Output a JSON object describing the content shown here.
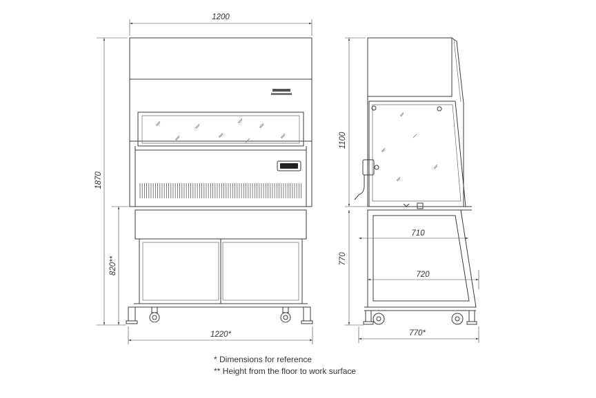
{
  "dimensions": {
    "front_width_top": "1200",
    "front_height_total": "1870",
    "front_height_work_surface": "820**",
    "front_width_base": "1220*",
    "side_height_cabinet": "1100",
    "side_height_stand": "770",
    "side_depth_upper": "710",
    "side_depth_lower": "720",
    "side_depth_base": "770*"
  },
  "notes": {
    "reference": "* Dimensions for reference",
    "height_note": "** Height from the floor to work surface"
  }
}
